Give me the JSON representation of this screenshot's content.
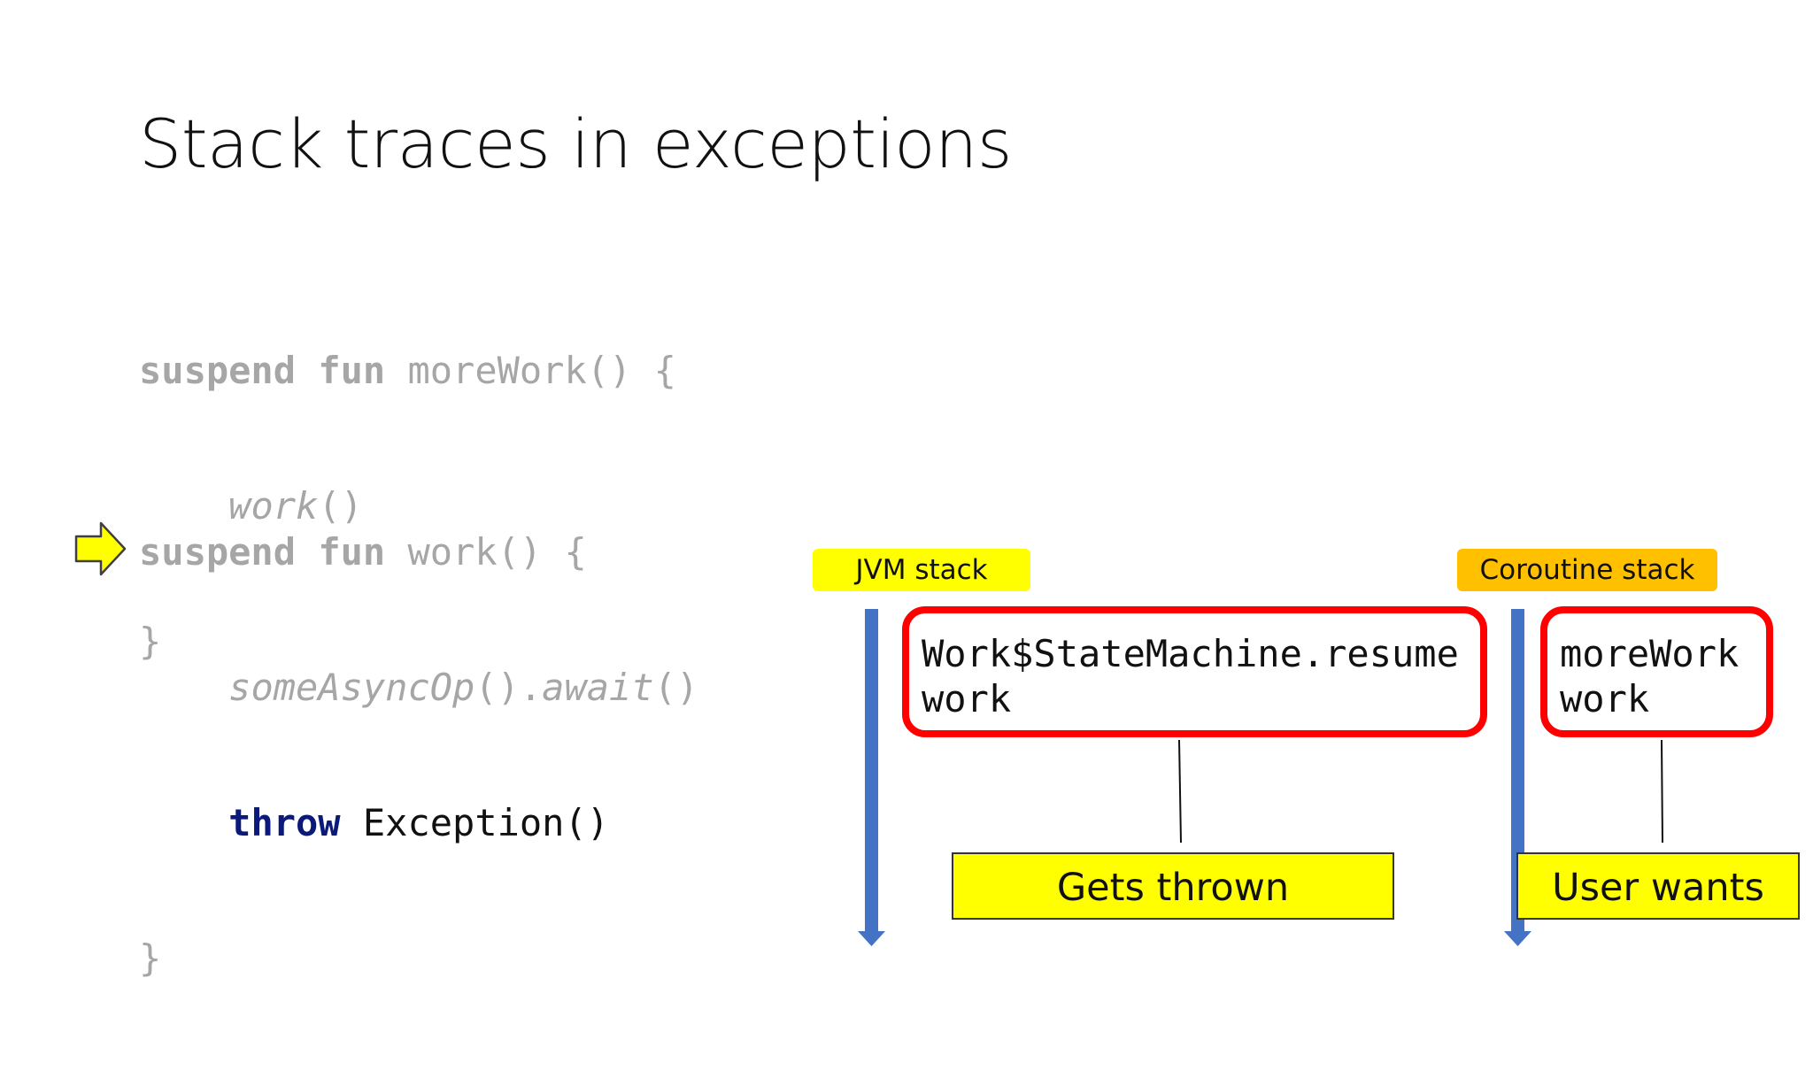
{
  "slide": {
    "title": "Stack traces in exceptions"
  },
  "code": {
    "more_work": {
      "keyword_suspend": "suspend",
      "keyword_fun": "fun",
      "signature": "moreWork() {",
      "call_name": "work",
      "call_parens": "()",
      "close": "}"
    },
    "work": {
      "keyword_suspend": "suspend",
      "keyword_fun": "fun",
      "signature": "work() {",
      "async_call": "someAsyncOp",
      "async_parens": "().",
      "await_name": "await",
      "await_parens": "()",
      "keyword_throw": "throw",
      "throw_expr": "Exception()",
      "close": "}"
    }
  },
  "diagram": {
    "jvm_stack": {
      "label": "JVM stack",
      "frames": [
        "Work$StateMachine.resume",
        "work"
      ],
      "note": "Gets thrown"
    },
    "coroutine_stack": {
      "label": "Coroutine stack",
      "frames": [
        "moreWork",
        "work"
      ],
      "note": "User wants"
    }
  },
  "colors": {
    "title_text": "#111111",
    "code_inactive": "#a6a6a6",
    "code_keyword_active": "#0b1a7a",
    "jvm_tag_bg": "#ffff00",
    "coroutine_tag_bg": "#ffc000",
    "frame_border": "#ff0000",
    "stack_arrow": "#4472c4",
    "note_bg": "#ffff00",
    "pointer_fill": "#ffff00"
  },
  "icons": {
    "current_line_pointer": "right-arrow-icon",
    "stack_direction": "down-arrow-icon"
  }
}
